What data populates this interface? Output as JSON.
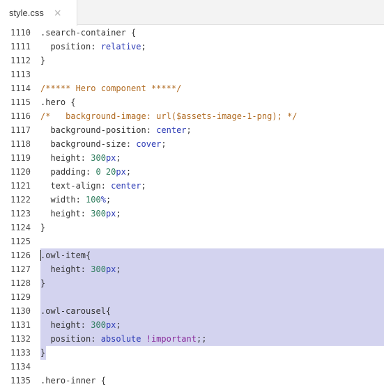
{
  "tab": {
    "title": "style.css",
    "close_glyph": "×"
  },
  "colors": {
    "selection": "#d3d3ef",
    "keyword": "#2b3ab5",
    "number": "#2a7a5a",
    "comment": "#b06a20",
    "important": "#8a2d9c"
  },
  "lines": [
    {
      "num": "1110",
      "tokens": [
        {
          "t": ".search-container {",
          "k": "sel"
        }
      ]
    },
    {
      "num": "1111",
      "tokens": [
        {
          "t": "  position: ",
          "k": "prop"
        },
        {
          "t": "relative",
          "k": "kw"
        },
        {
          "t": ";",
          "k": "pun"
        }
      ]
    },
    {
      "num": "1112",
      "tokens": [
        {
          "t": "}",
          "k": "pun"
        }
      ]
    },
    {
      "num": "1113",
      "tokens": []
    },
    {
      "num": "1114",
      "tokens": [
        {
          "t": "/***** Hero component *****/",
          "k": "cmt"
        }
      ]
    },
    {
      "num": "1115",
      "tokens": [
        {
          "t": ".hero {",
          "k": "sel"
        }
      ]
    },
    {
      "num": "1116",
      "tokens": [
        {
          "t": "/*   background-image: url($assets-image-1-png); */",
          "k": "cmt"
        }
      ]
    },
    {
      "num": "1117",
      "tokens": [
        {
          "t": "  background-position: ",
          "k": "prop"
        },
        {
          "t": "center",
          "k": "kw"
        },
        {
          "t": ";",
          "k": "pun"
        }
      ]
    },
    {
      "num": "1118",
      "tokens": [
        {
          "t": "  background-size: ",
          "k": "prop"
        },
        {
          "t": "cover",
          "k": "kw"
        },
        {
          "t": ";",
          "k": "pun"
        }
      ]
    },
    {
      "num": "1119",
      "tokens": [
        {
          "t": "  height: ",
          "k": "prop"
        },
        {
          "t": "300",
          "k": "num"
        },
        {
          "t": "px",
          "k": "kw"
        },
        {
          "t": ";",
          "k": "pun"
        }
      ]
    },
    {
      "num": "1120",
      "tokens": [
        {
          "t": "  padding: ",
          "k": "prop"
        },
        {
          "t": "0 20",
          "k": "num"
        },
        {
          "t": "px",
          "k": "kw"
        },
        {
          "t": ";",
          "k": "pun"
        }
      ]
    },
    {
      "num": "1121",
      "tokens": [
        {
          "t": "  text-align: ",
          "k": "prop"
        },
        {
          "t": "center",
          "k": "kw"
        },
        {
          "t": ";",
          "k": "pun"
        }
      ]
    },
    {
      "num": "1122",
      "tokens": [
        {
          "t": "  width: ",
          "k": "prop"
        },
        {
          "t": "100",
          "k": "num"
        },
        {
          "t": "%",
          "k": "kw"
        },
        {
          "t": ";",
          "k": "pun"
        }
      ]
    },
    {
      "num": "1123",
      "tokens": [
        {
          "t": "  height: ",
          "k": "prop"
        },
        {
          "t": "300",
          "k": "num"
        },
        {
          "t": "px",
          "k": "kw"
        },
        {
          "t": ";",
          "k": "pun"
        }
      ]
    },
    {
      "num": "1124",
      "tokens": [
        {
          "t": "}",
          "k": "pun"
        }
      ]
    },
    {
      "num": "1125",
      "tokens": []
    },
    {
      "num": "1126",
      "sel": "full",
      "cursor": true,
      "tokens": [
        {
          "t": ".owl-item{",
          "k": "sel"
        }
      ]
    },
    {
      "num": "1127",
      "sel": "full",
      "tokens": [
        {
          "t": "  height: ",
          "k": "prop"
        },
        {
          "t": "300",
          "k": "num"
        },
        {
          "t": "px",
          "k": "kw"
        },
        {
          "t": ";",
          "k": "pun"
        }
      ]
    },
    {
      "num": "1128",
      "sel": "full",
      "tokens": [
        {
          "t": "}",
          "k": "pun"
        }
      ]
    },
    {
      "num": "1129",
      "sel": "full",
      "tokens": []
    },
    {
      "num": "1130",
      "sel": "full",
      "tokens": [
        {
          "t": ".owl-carousel{",
          "k": "sel"
        }
      ]
    },
    {
      "num": "1131",
      "sel": "full",
      "tokens": [
        {
          "t": "  height: ",
          "k": "prop"
        },
        {
          "t": "300",
          "k": "num"
        },
        {
          "t": "px",
          "k": "kw"
        },
        {
          "t": ";",
          "k": "pun"
        }
      ]
    },
    {
      "num": "1132",
      "sel": "full",
      "tokens": [
        {
          "t": "  position: ",
          "k": "prop"
        },
        {
          "t": "absolute",
          "k": "kw"
        },
        {
          "t": " ",
          "k": "pun"
        },
        {
          "t": "!important",
          "k": "imp"
        },
        {
          "t": ";;",
          "k": "pun"
        }
      ]
    },
    {
      "num": "1133",
      "sel": "partial",
      "tokens": [
        {
          "t": "}",
          "k": "pun"
        }
      ]
    },
    {
      "num": "1134",
      "tokens": []
    },
    {
      "num": "1135",
      "tokens": [
        {
          "t": ".hero-inner {",
          "k": "sel"
        }
      ]
    }
  ]
}
